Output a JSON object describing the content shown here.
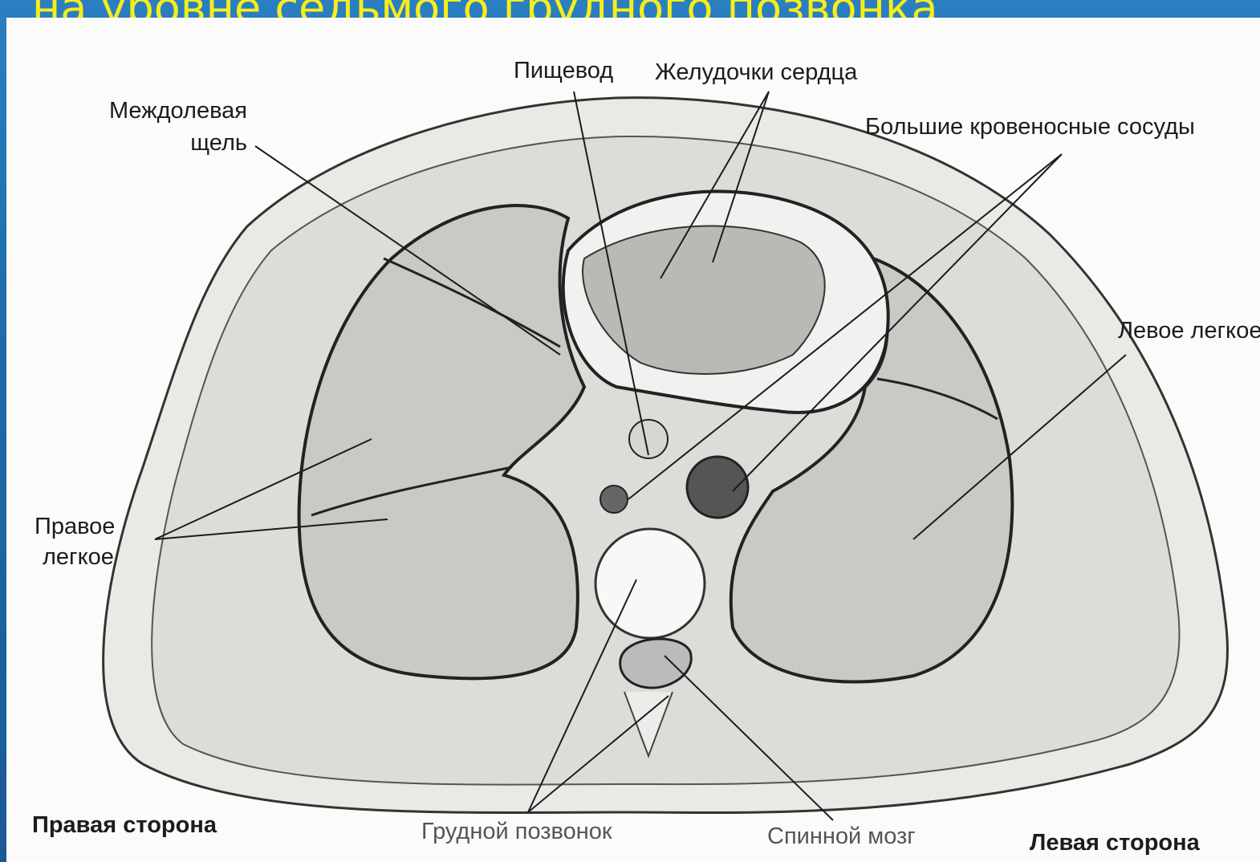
{
  "slide": {
    "title": "на уровне седьмого грудного позвонка",
    "accent_color": "#f6ee1a"
  },
  "diagram": {
    "labels": {
      "esophagus": "Пищевод",
      "heart_ventricles": "Желудочки сердца",
      "interlobar_fissure_line1": "Междолевая",
      "interlobar_fissure_line2": "щель",
      "great_vessels": "Большие кровеносные сосуды",
      "left_lung": "Левое легкое",
      "right_lung_line1": "Правое",
      "right_lung_line2": "легкое",
      "right_side": "Правая сторона",
      "thoracic_vertebra": "Грудной позвонок",
      "spinal_cord": "Спинной мозг",
      "left_side": "Левая сторона"
    }
  }
}
